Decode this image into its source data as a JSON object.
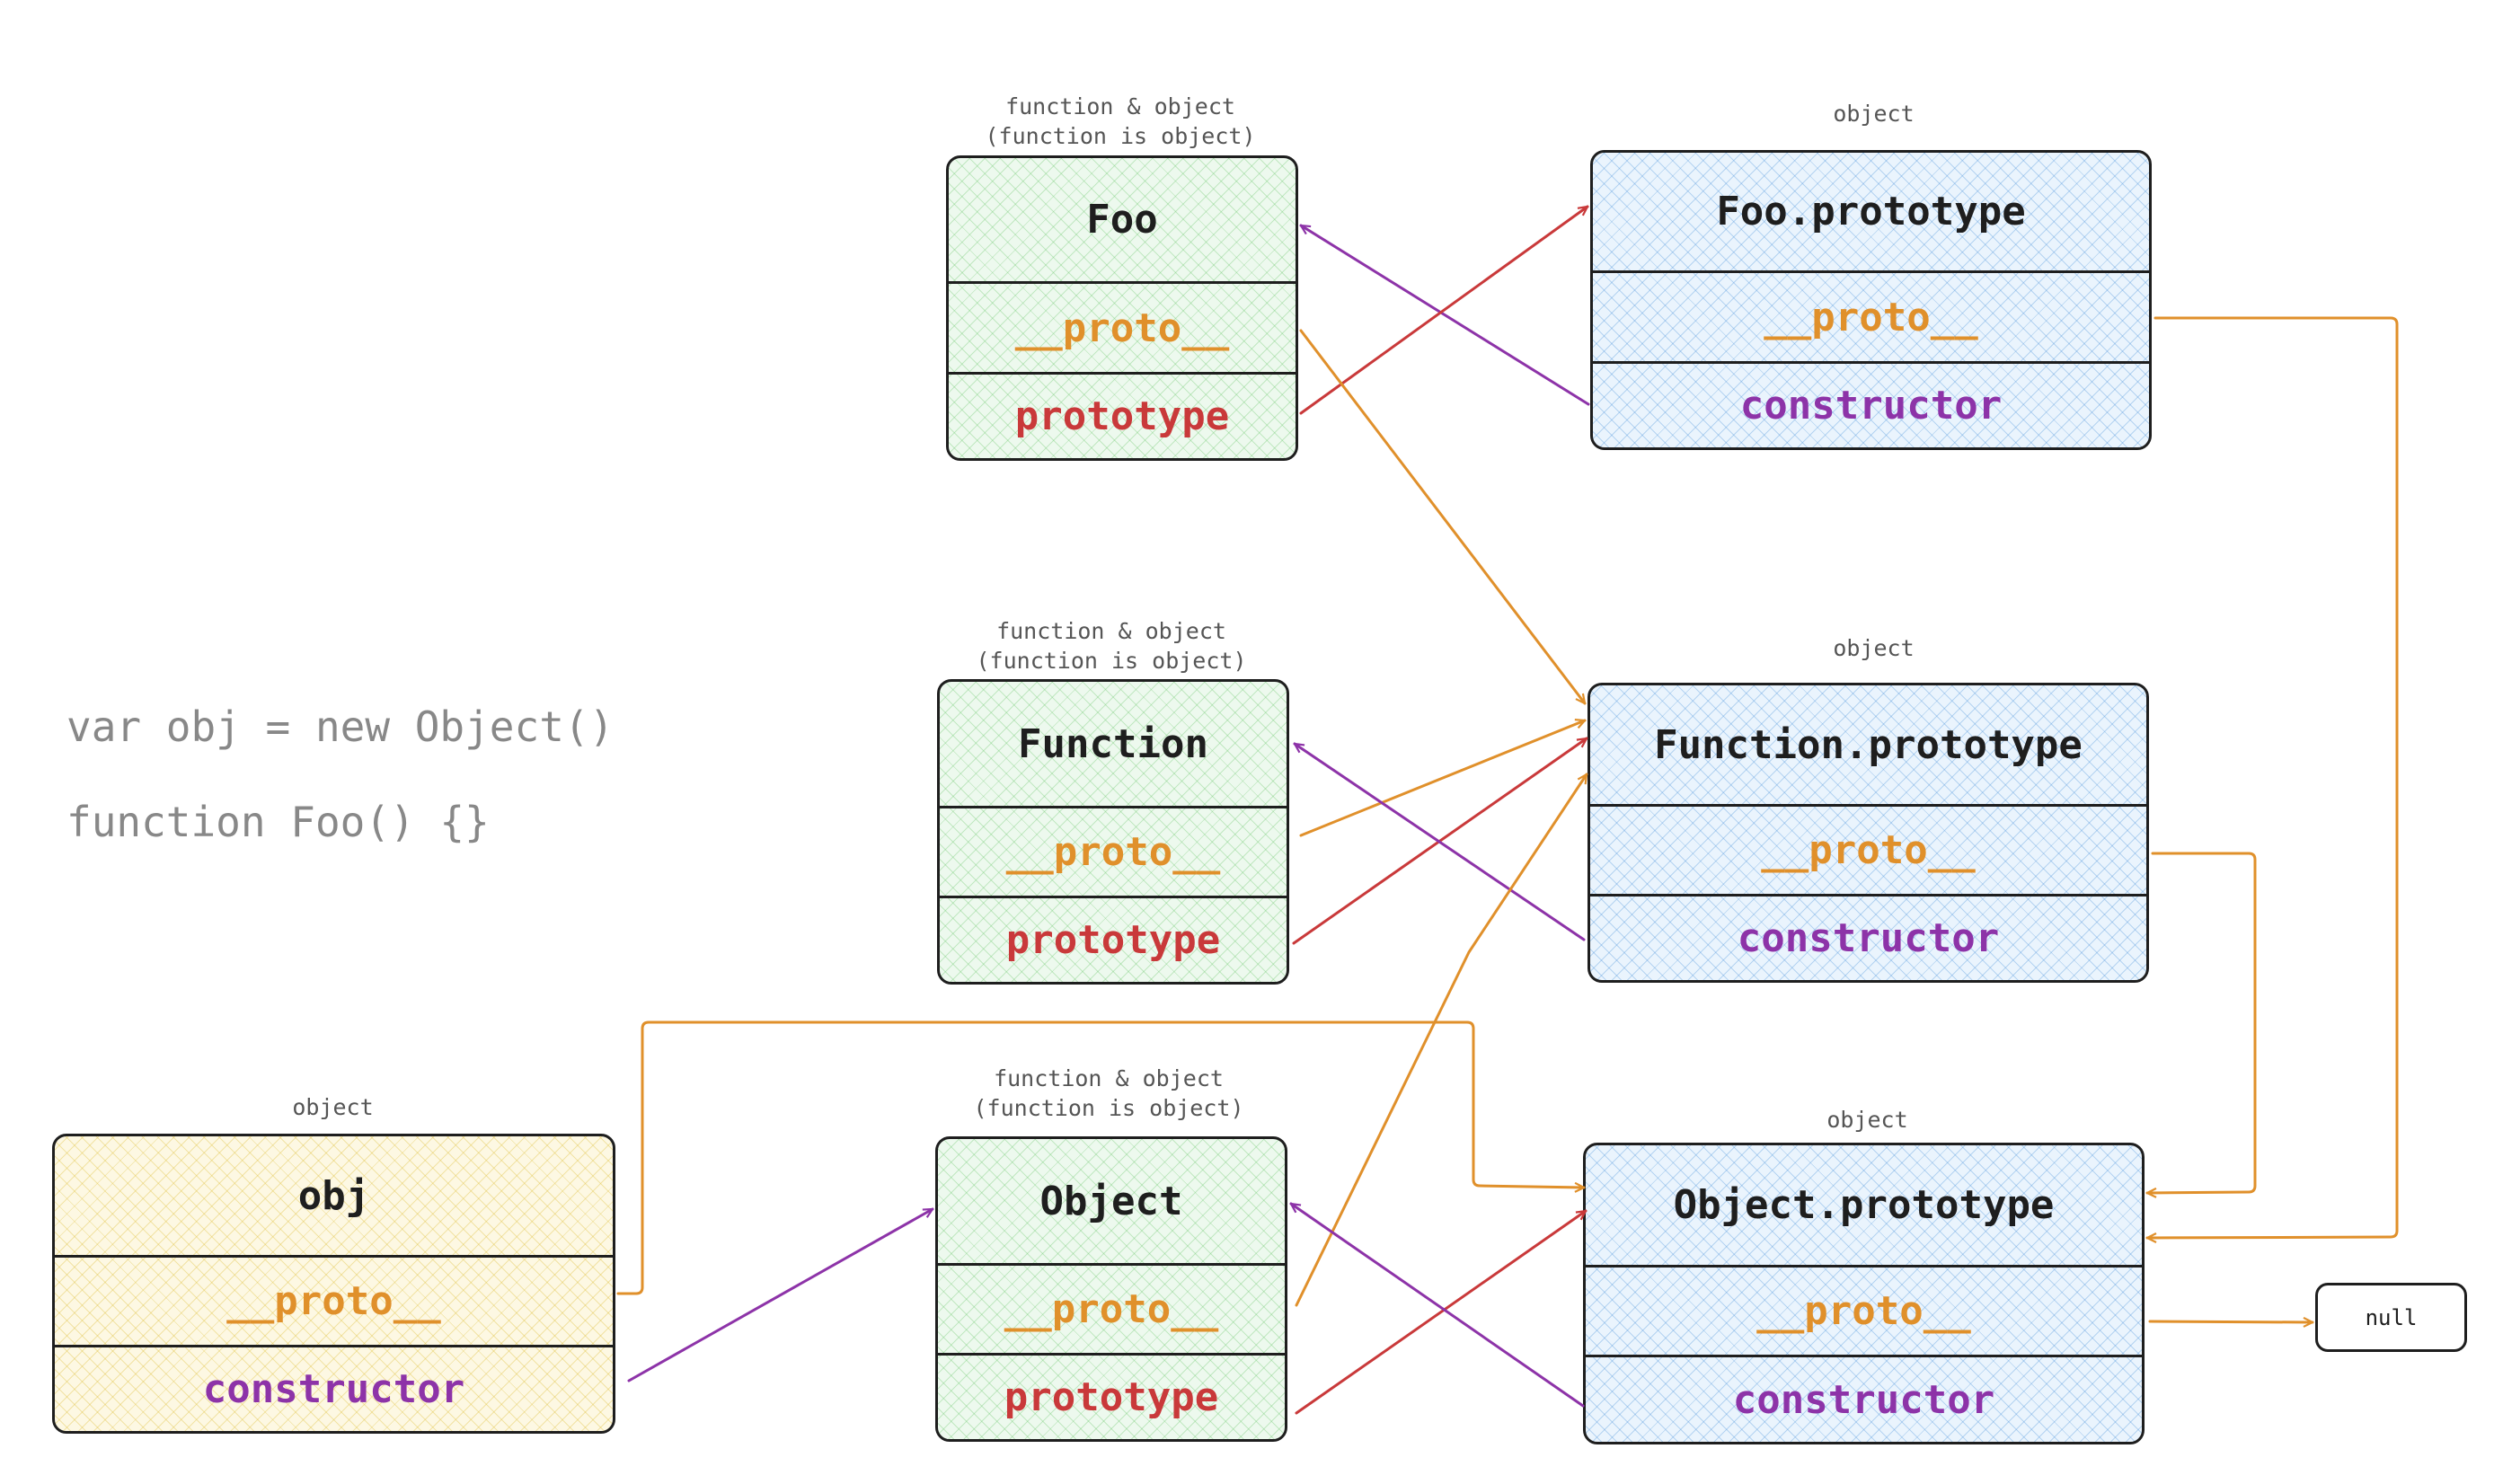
{
  "code": {
    "line1": "var obj = new Object()",
    "line2": "function Foo() {}"
  },
  "boxes": {
    "foo": {
      "caption": "function & object\n(function is object)",
      "title": "Foo",
      "field1": "__proto__",
      "field2": "prototype"
    },
    "function": {
      "caption": "function & object\n(function is object)",
      "title": "Function",
      "field1": "__proto__",
      "field2": "prototype"
    },
    "object": {
      "caption": "function & object\n(function is object)",
      "title": "Object",
      "field1": "__proto__",
      "field2": "prototype"
    },
    "foo_prototype": {
      "caption": "object",
      "title": "Foo.prototype",
      "field1": "__proto__",
      "field2": "constructor"
    },
    "function_prototype": {
      "caption": "object",
      "title": "Function.prototype",
      "field1": "__proto__",
      "field2": "constructor"
    },
    "object_prototype": {
      "caption": "object",
      "title": "Object.prototype",
      "field1": "__proto__",
      "field2": "constructor"
    },
    "obj": {
      "caption": "object",
      "title": "obj",
      "field1": "__proto__",
      "field2": "constructor"
    },
    "null": {
      "label": "null"
    }
  },
  "colors": {
    "proto": "#e0902b",
    "prototype": "#c9393a",
    "constructor": "#8d33a8",
    "border": "#1e1e1e",
    "function_fill": "#edf9ee",
    "prototype_fill": "#eaf4fd",
    "obj_fill": "#fdf8e3"
  }
}
